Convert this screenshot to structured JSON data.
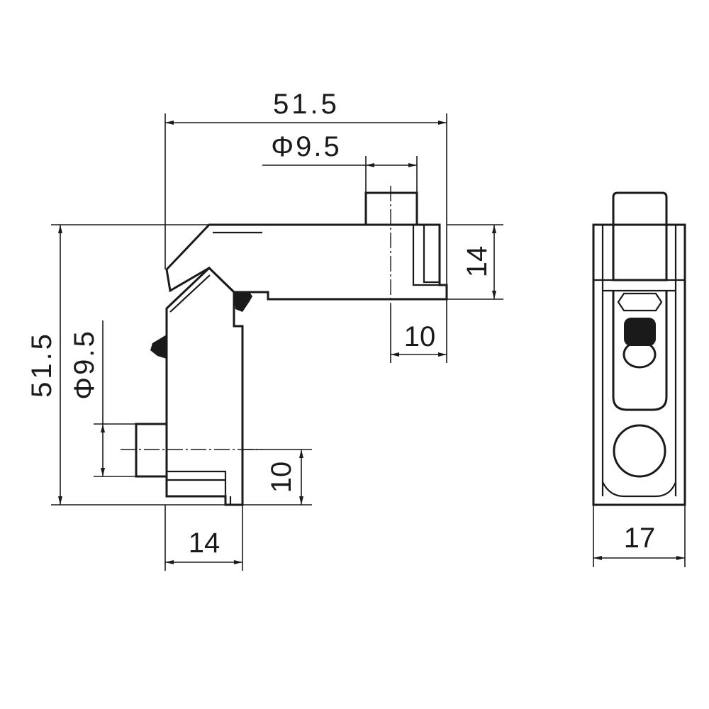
{
  "dimensions": {
    "top_overall_width": "51.5",
    "top_pin_diameter": "Φ9.5",
    "right_height": "14",
    "right_step_width": "10",
    "left_overall_height": "51.5",
    "left_pin_diameter": "Φ9.5",
    "bottom_step_height": "10",
    "bottom_width": "14",
    "side_view_width": "17"
  }
}
